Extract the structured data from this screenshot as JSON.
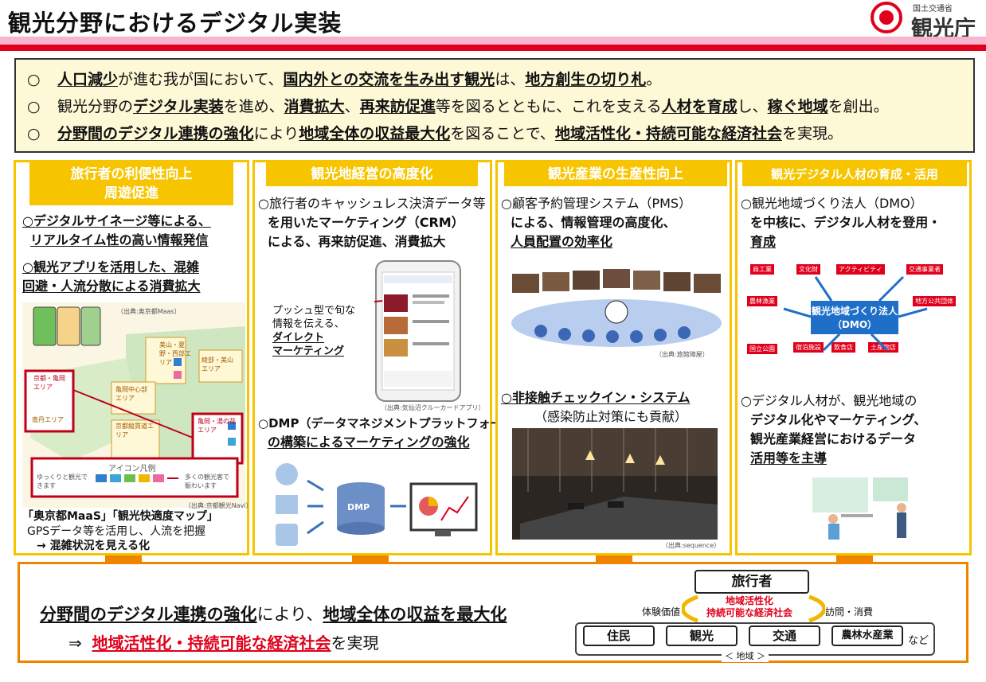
{
  "header": {
    "title": "観光分野におけるデジタル実装",
    "logo_ministry": "国土交通省",
    "logo_agency": "観光庁"
  },
  "summary": {
    "bullet": "○",
    "line1": [
      "人口減少",
      "が進む我が国において、",
      "国内外との交流を生み出す観光",
      "は、",
      "地方創生の切り札",
      "。"
    ],
    "line2": [
      "観光分野の",
      "デジタル実装",
      "を進め、",
      "消費拡大",
      "、",
      "再来訪促進",
      "等を図るとともに、これを支える",
      "人材を育成",
      "し、",
      "稼ぐ地域",
      "を創出。"
    ],
    "line3": [
      "分野間のデジタル連携の強化",
      "により",
      "地域全体の収益最大化",
      "を図ることで、",
      "地域活性化・持続可能な経済社会",
      "を実現。"
    ]
  },
  "col1": {
    "head1": "旅行者の利便性向上",
    "head2": "周遊促進",
    "t1a": "○デジタルサイネージ等による、",
    "t1b": "リアルタイム性の高い情報発信",
    "t2a": "○観光アプリを活用した、混雑",
    "t2b": "回避・人流分散による消費拡大",
    "src1": "（出典:奥京都Maas）",
    "map_areas": [
      "美山・夏野・西部エリア",
      "京都・亀岡エリア",
      "亀岡・湯の花エリア",
      "亀岡中心部エリア",
      "京都縦貫道エリア",
      "綾部・美山エリア",
      "南丹エリア"
    ],
    "legend_title": "アイコン凡例",
    "legend_left": "ゆっくりと観光できます",
    "legend_right": "多くの観光客で賑わいます",
    "src2": "（出典:京都観光Navi）",
    "t3": "「奥京都MaaS」「観光快適度マップ」",
    "t4": "GPSデータ等を活用し、人流を把握",
    "t5": "→ 混雑状況を見える化"
  },
  "col2": {
    "head": "観光地経営の高度化",
    "t1": "○旅行者のキャッシュレス決済データ等",
    "t2": "を用いたマーケティング（CRM）",
    "t3": "による、再来訪促進、消費拡大",
    "push1": "プッシュ型で旬な",
    "push2": "情報を伝える、",
    "push3": "ダイレクト",
    "push4": "マーケティング",
    "src1": "（出典:気仙沼クルーカードアプリ）",
    "t4": "○DMP（データマネジメントプラットフォーム）",
    "t5": "の構築によるマーケティングの強化",
    "dmp_label": "DMP"
  },
  "col3": {
    "head": "観光産業の生産性向上",
    "t1": "○顧客予約管理システム（PMS）",
    "t2": "による、情報管理の高度化、",
    "t3": "人員配置の効率化",
    "src1": "（出典:旅館陣屋）",
    "t4": "○非接触チェックイン・システム",
    "t5": "（感染防止対策にも貢献）",
    "src2": "（出典:sequence）"
  },
  "col4": {
    "head": "観光デジタル人材の育成・活用",
    "t1": "○観光地域づくり法人（DMO）",
    "t2": "を中核に、デジタル人材を登用・",
    "t3": "育成",
    "dmo1": "観光地域づくり法人",
    "dmo2": "（DMO）",
    "dmo_tags": [
      "商工業",
      "文化財",
      "アクティビティ",
      "交通事業者",
      "農林漁業",
      "地方公共団体",
      "宿泊施設",
      "飲食店",
      "土産物店",
      "国立公園"
    ],
    "t4": "○デジタル人材が、観光地域の",
    "t5": "デジタル化やマーケティング、",
    "t6": "観光産業経営におけるデータ",
    "t7": "活用等を主導"
  },
  "bottom": {
    "line1a": "分野間のデジタル連携の強化",
    "line1b": "により、",
    "line1c": "地域全体の収益を最大化",
    "arrow": "⇒",
    "line2a": "地域活性化・持続可能な経済社会",
    "line2b": "を実現",
    "traveler": "旅行者",
    "cycle1": "地域活性化",
    "cycle2": "持続可能な経済社会",
    "exp": "体験価値",
    "visit": "訪問・消費",
    "region_items": [
      "住民",
      "観光",
      "交通",
      "農林水産業"
    ],
    "etc": "など",
    "region_label": "＜ 地域 ＞"
  }
}
